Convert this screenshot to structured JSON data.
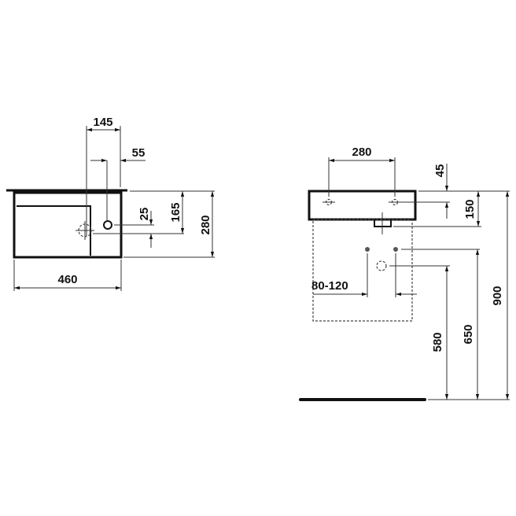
{
  "drawing": {
    "title": "Washbasin dimensional drawing",
    "top_view": {
      "dims": {
        "tap_offset": "145",
        "tap_hole": "55",
        "depth_tap": "25",
        "depth_drain": "165",
        "depth_total": "280",
        "width": "460"
      }
    },
    "front_view": {
      "dims": {
        "tap_spacing": "280",
        "tap_height": "45",
        "basin_height": "150",
        "total_height": "900",
        "supply_height": "650",
        "waste_height": "580",
        "supply_spacing": "80-120"
      }
    }
  }
}
